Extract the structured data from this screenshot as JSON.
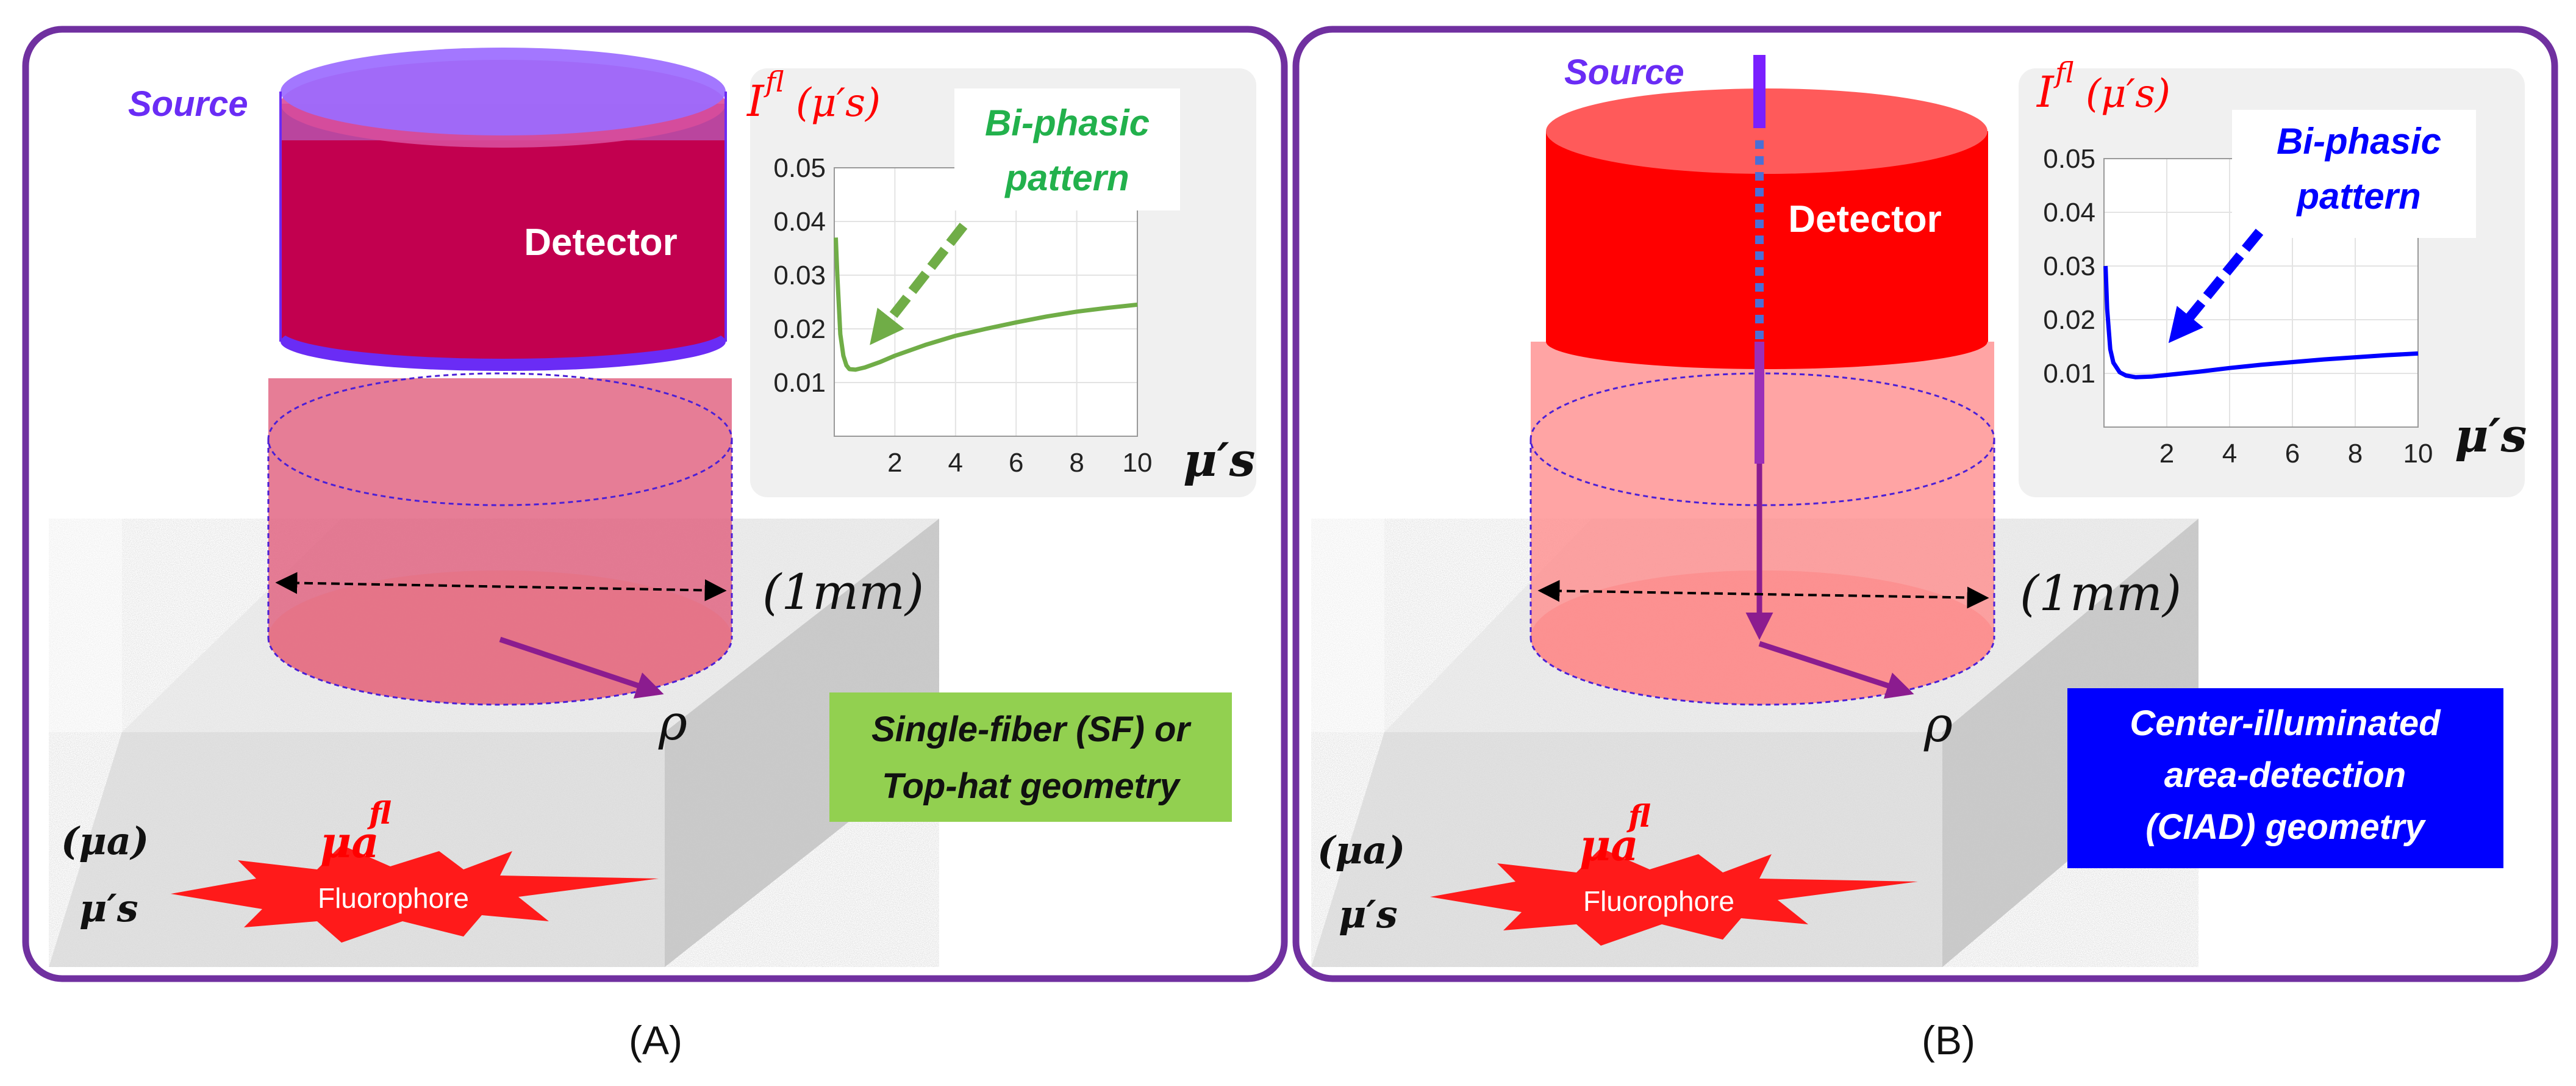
{
  "panels": [
    {
      "caption": "(A)",
      "source_label": "Source",
      "detector_label": "Detector",
      "diameter_label": "(1mm)",
      "rho_label": "ρ",
      "plot_ylabel_base": "I",
      "plot_ylabel_sup": "fl",
      "plot_ylabel_arg": "(μ′s)",
      "plot_xlabel": "μ′s",
      "annotation": [
        "Bi-phasic",
        "pattern"
      ],
      "annotation_color": "#22b14c",
      "geometry_box": [
        "Single-fiber (SF) or",
        "Top-hat geometry"
      ],
      "geometry_box_color": "#92d050",
      "geometry_text_color": "#111111",
      "sample_mua": "(μa)",
      "sample_mus": "μ′s",
      "fluor_sym": "μa",
      "fluor_sup": "fl",
      "fluorophore_label": "Fluorophore",
      "detector_color": "#c2004f",
      "curve_color": "#70ad47"
    },
    {
      "caption": "(B)",
      "source_label": "Source",
      "detector_label": "Detector",
      "diameter_label": "(1mm)",
      "rho_label": "ρ",
      "plot_ylabel_base": "I",
      "plot_ylabel_sup": "fl",
      "plot_ylabel_arg": "(μ′s)",
      "plot_xlabel": "μ′s",
      "annotation": [
        "Bi-phasic",
        "pattern"
      ],
      "annotation_color": "#0000ff",
      "geometry_box": [
        "Center-illuminated",
        "area-detection",
        "(CIAD) geometry"
      ],
      "geometry_box_color": "#0000ff",
      "geometry_text_color": "#ffffff",
      "sample_mua": "(μa)",
      "sample_mus": "μ′s",
      "fluor_sym": "μa",
      "fluor_sup": "fl",
      "fluorophore_label": "Fluorophore",
      "detector_color": "#ff0000",
      "curve_color": "#0000ff"
    }
  ],
  "chart_data": [
    {
      "type": "line",
      "xlabel": "μ′s",
      "ylabel": "Ifl(μ′s)",
      "xlim": [
        0,
        10
      ],
      "ylim": [
        0,
        0.05
      ],
      "xticks": [
        "2",
        "4",
        "6",
        "8",
        "10"
      ],
      "yticks": [
        "0.01",
        "0.02",
        "0.03",
        "0.04",
        "0.05"
      ],
      "grid": true,
      "series": [
        {
          "x": [
            0.05,
            0.1,
            0.2,
            0.3,
            0.4,
            0.5,
            0.7,
            1.0,
            1.5,
            2,
            3,
            4,
            5,
            6,
            7,
            8,
            9,
            10
          ],
          "y": [
            0.037,
            0.03,
            0.019,
            0.015,
            0.0132,
            0.0125,
            0.0124,
            0.0128,
            0.0138,
            0.015,
            0.017,
            0.0187,
            0.02,
            0.0212,
            0.0223,
            0.0232,
            0.0239,
            0.0245
          ]
        }
      ]
    },
    {
      "type": "line",
      "xlabel": "μ′s",
      "ylabel": "Ifl(μ′s)",
      "xlim": [
        0,
        10
      ],
      "ylim": [
        0,
        0.05
      ],
      "xticks": [
        "2",
        "4",
        "6",
        "8",
        "10"
      ],
      "yticks": [
        "0.01",
        "0.02",
        "0.03",
        "0.04",
        "0.05"
      ],
      "grid": true,
      "series": [
        {
          "x": [
            0.05,
            0.1,
            0.2,
            0.3,
            0.5,
            0.7,
            1.0,
            1.5,
            2,
            3,
            4,
            5,
            6,
            7,
            8,
            9,
            10
          ],
          "y": [
            0.03,
            0.022,
            0.0145,
            0.012,
            0.0102,
            0.0096,
            0.0093,
            0.0094,
            0.0097,
            0.0103,
            0.011,
            0.0116,
            0.0121,
            0.0126,
            0.013,
            0.0134,
            0.0137
          ]
        }
      ]
    }
  ]
}
